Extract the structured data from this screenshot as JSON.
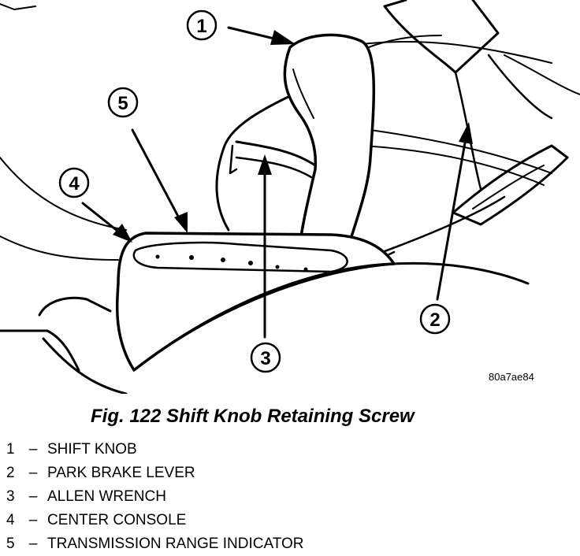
{
  "figure": {
    "code": "80a7ae84",
    "caption": "Fig. 122 Shift Knob Retaining Screw"
  },
  "callouts": [
    "1",
    "2",
    "3",
    "4",
    "5"
  ],
  "legend": [
    {
      "num": "1",
      "dash": "–",
      "label": "SHIFT KNOB"
    },
    {
      "num": "2",
      "dash": "–",
      "label": "PARK BRAKE LEVER"
    },
    {
      "num": "3",
      "dash": "–",
      "label": "ALLEN WRENCH"
    },
    {
      "num": "4",
      "dash": "–",
      "label": "CENTER CONSOLE"
    },
    {
      "num": "5",
      "dash": "–",
      "label": "TRANSMISSION RANGE INDICATOR"
    }
  ]
}
